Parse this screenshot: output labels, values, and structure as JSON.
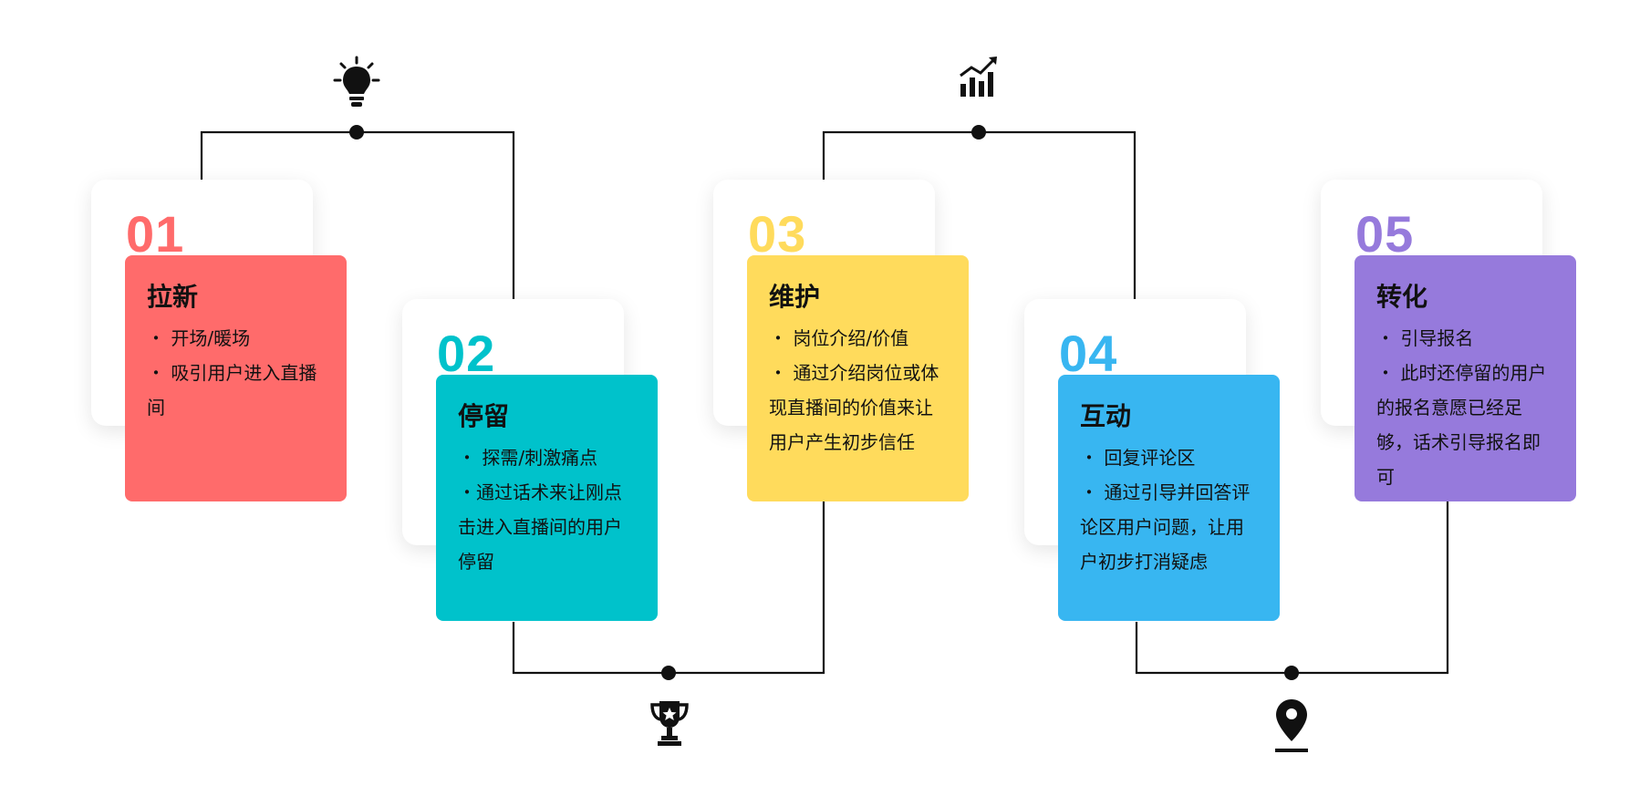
{
  "steps": [
    {
      "number": "01",
      "title": "拉新",
      "color": "#FF6B6B",
      "bullets": [
        "・ 开场/暖场",
        "・ 吸引用户进入直播间"
      ]
    },
    {
      "number": "02",
      "title": "停留",
      "color": "#00C2CB",
      "bullets": [
        "・ 探需/刺激痛点",
        "・通过话术来让刚点击进入直播间的用户停留"
      ]
    },
    {
      "number": "03",
      "title": "维护",
      "color": "#FFDB5C",
      "bullets": [
        "・ 岗位介绍/价值",
        "・ 通过介绍岗位或体现直播间的价值来让用户产生初步信任"
      ]
    },
    {
      "number": "04",
      "title": "互动",
      "color": "#38B6F1",
      "bullets": [
        "・ 回复评论区",
        "・ 通过引导并回答评论区用户问题，让用户初步打消疑虑"
      ]
    },
    {
      "number": "05",
      "title": "转化",
      "color": "#967ADC",
      "bullets": [
        "・ 引导报名",
        "・ 此时还停留的用户的报名意愿已经足够，话术引导报名即可"
      ]
    }
  ],
  "icons": [
    "lightbulb-icon",
    "chart-growth-icon",
    "trophy-icon",
    "location-pin-icon"
  ]
}
